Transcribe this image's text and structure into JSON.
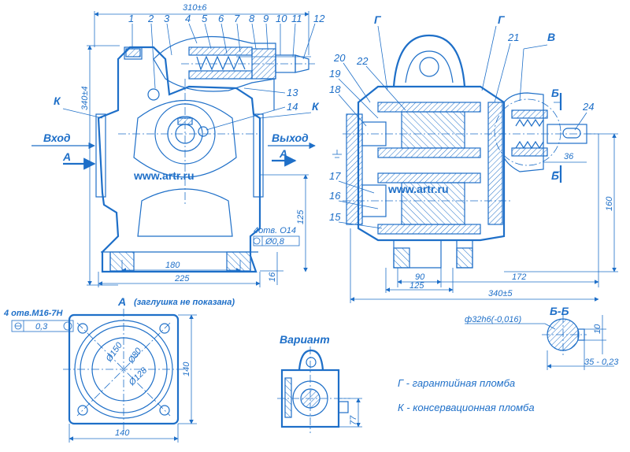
{
  "dimensions": {
    "total_width_left": "310±6",
    "height_left": "340±4",
    "dim_125_left": "125",
    "dim_180": "180",
    "dim_225": "225",
    "dim_16": "16",
    "holes_left": "4отв. О14",
    "hole_tol_left": "Ø0,8",
    "dim_160": "160",
    "dim_36": "36",
    "dim_90": "90",
    "dim_125_right": "125",
    "dim_172": "172",
    "total_width_right": "340±5",
    "holes_bottom": "4 отв.М16-7Н",
    "hole_tol_bottom": "0,3",
    "circle_dia_150": "Ø150",
    "circle_dia_80": "Ø80",
    "circle_dia_128": "Ø128",
    "dim_140_vert": "140",
    "dim_140_horiz": "140",
    "dim_77": "77",
    "shaft_dia": "ф32h6(-0,016)",
    "key_width": "10",
    "shaft_depth": "35 - 0,23"
  },
  "labels": {
    "inlet": "Вход",
    "outlet": "Выход",
    "arrow_a_left": "А",
    "arrow_a_right": "А",
    "k_left": "К",
    "k_right": "К",
    "g_left": "Г",
    "g_right": "Г",
    "v": "В",
    "b_top": "Б",
    "b_bottom": "Б",
    "view_a": "А",
    "view_a_note": "(заглушка не показана)",
    "section_bb": "Б-Б",
    "variant": "Вариант",
    "watermark_left": "www.artr.ru",
    "watermark_right": "www.artr.ru"
  },
  "callouts": [
    "1",
    "2",
    "3",
    "4",
    "5",
    "6",
    "7",
    "8",
    "9",
    "10",
    "11",
    "12",
    "13",
    "14",
    "15",
    "16",
    "17",
    "18",
    "19",
    "20",
    "21",
    "22",
    "24"
  ],
  "legend": {
    "g_note": "Г - гарантийная пломба",
    "k_note": "К - консервационная пломба"
  },
  "colors": {
    "ink": "#1e6fc8",
    "background": "#ffffff"
  }
}
